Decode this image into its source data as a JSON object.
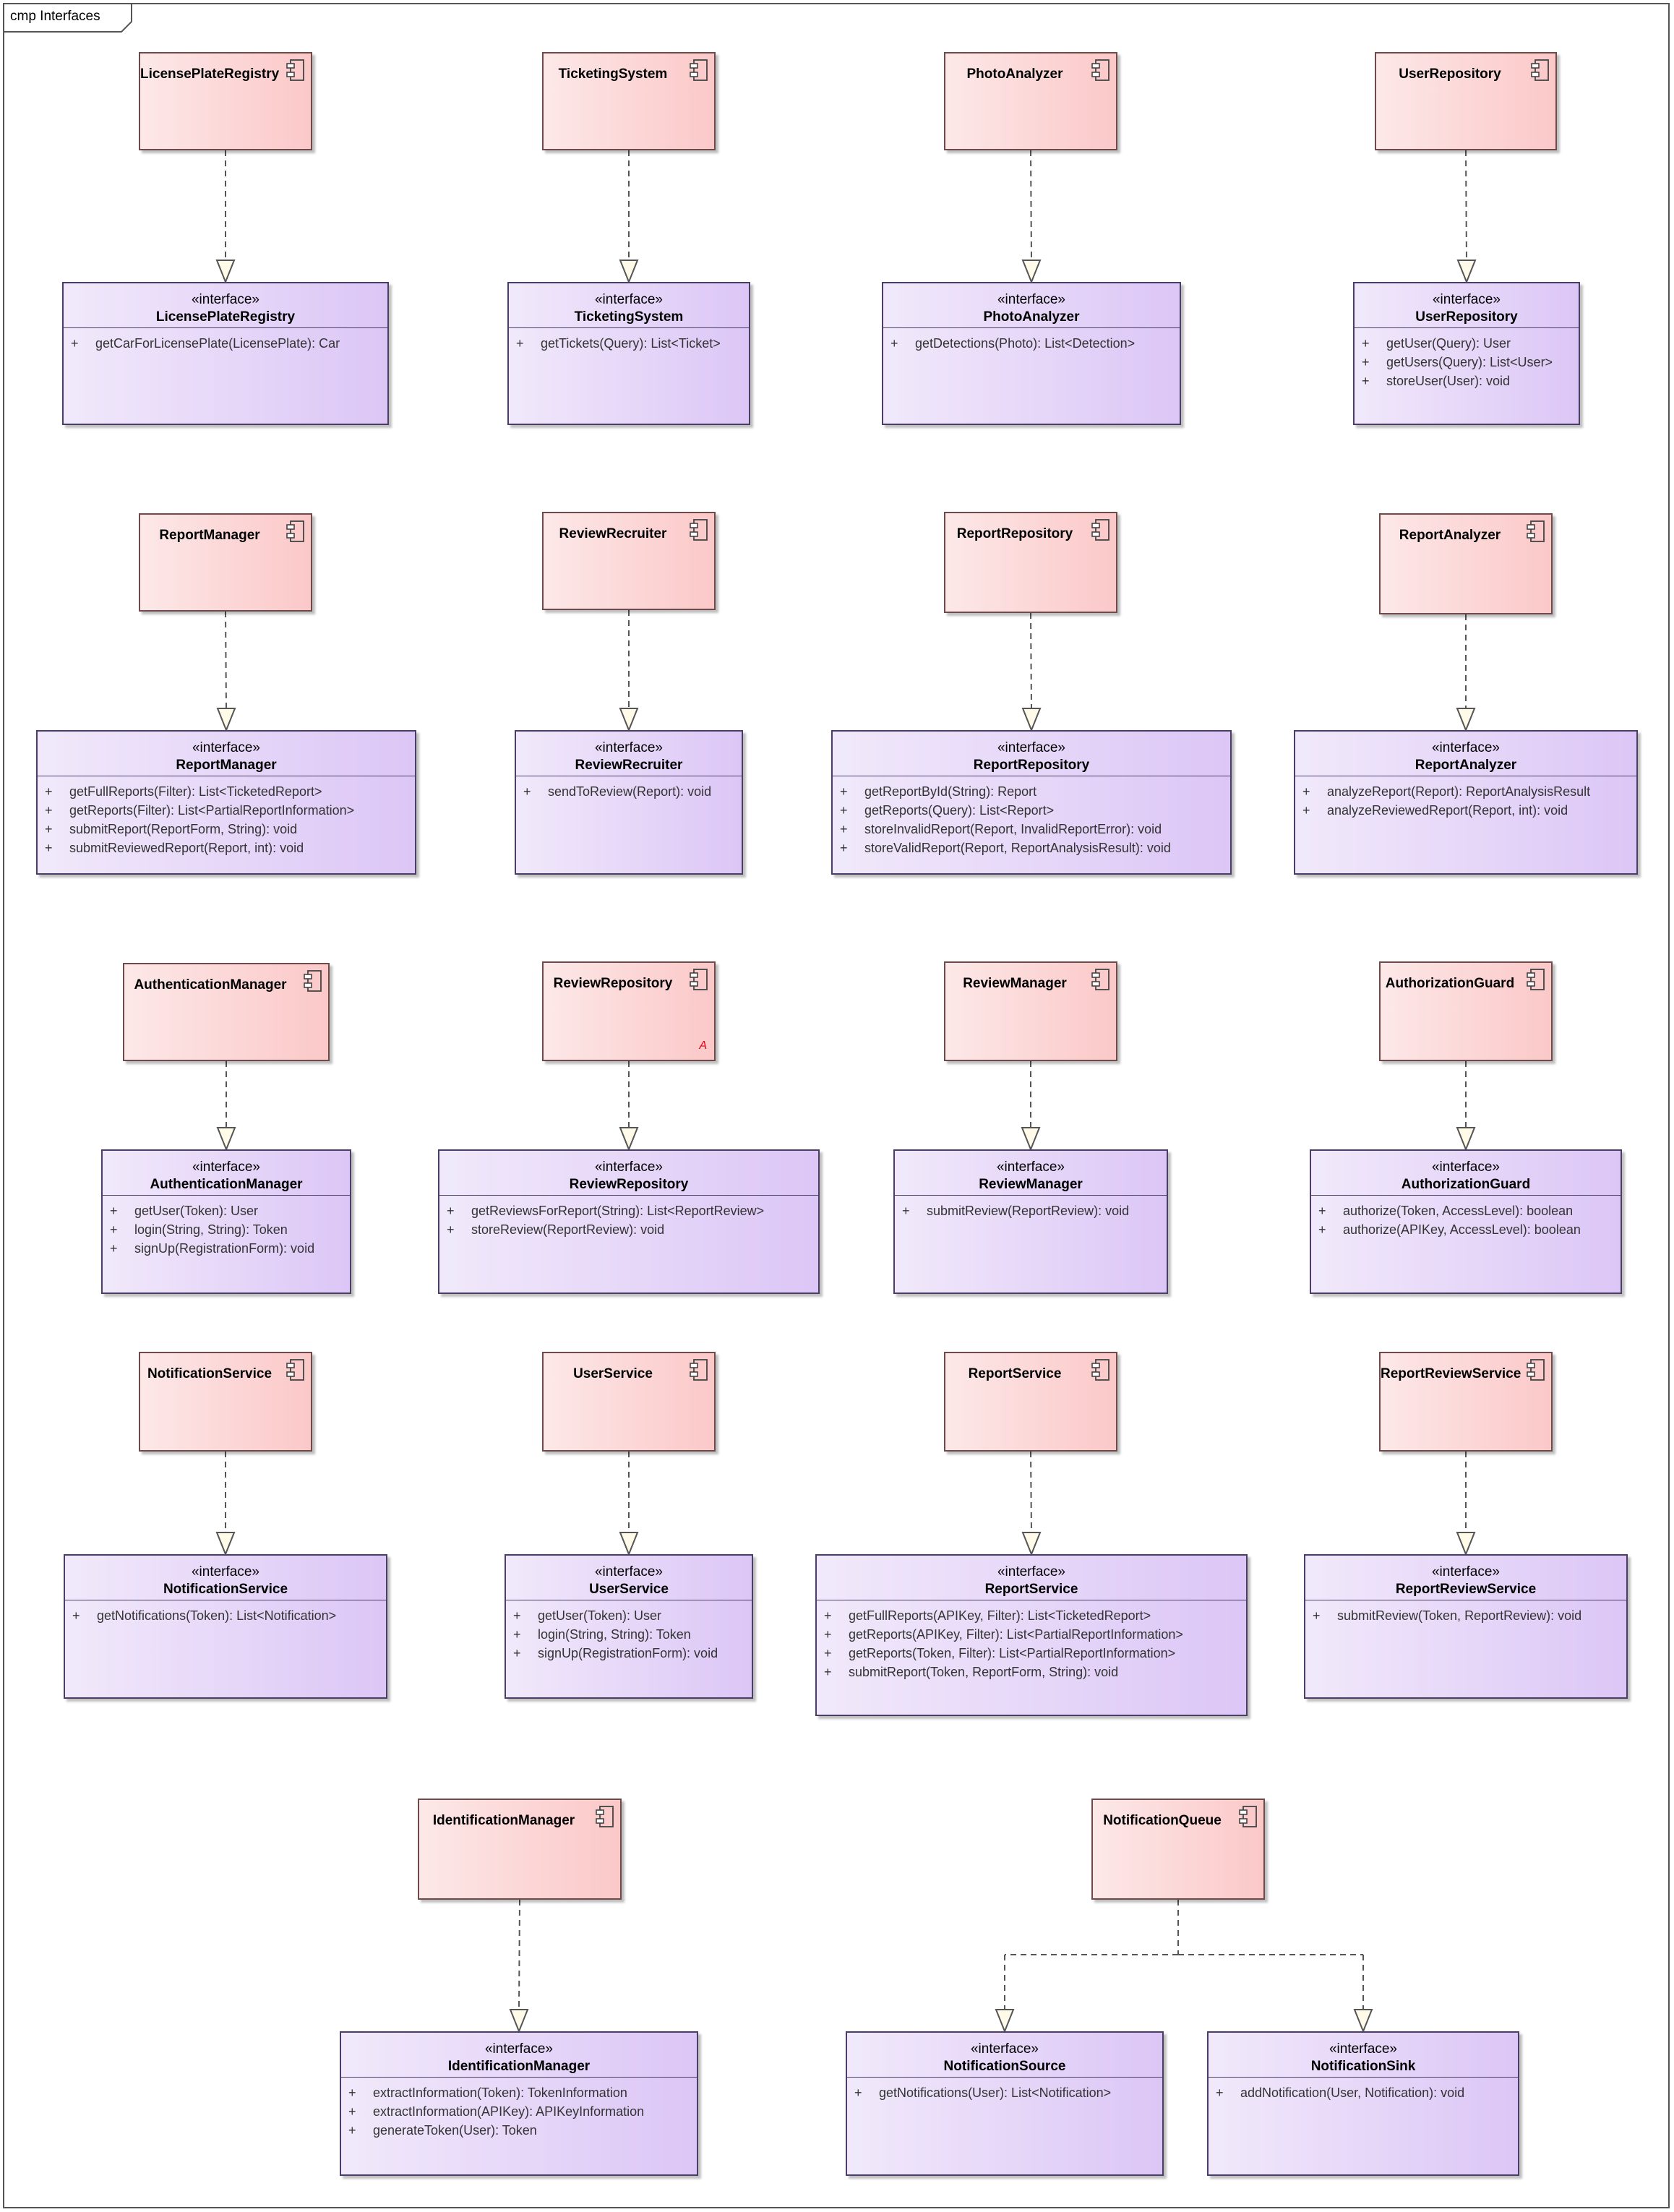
{
  "diagram": {
    "frame_label": "cmp Interfaces",
    "stereotype": "«interface»",
    "visibility_symbol": "+",
    "abstract_marker": "A",
    "components": [
      {
        "id": "c1",
        "name": "LicensePlateRegistry"
      },
      {
        "id": "c2",
        "name": "TicketingSystem"
      },
      {
        "id": "c3",
        "name": "PhotoAnalyzer"
      },
      {
        "id": "c4",
        "name": "UserRepository"
      },
      {
        "id": "c5",
        "name": "ReportManager"
      },
      {
        "id": "c6",
        "name": "ReviewRecruiter"
      },
      {
        "id": "c7",
        "name": "ReportRepository"
      },
      {
        "id": "c8",
        "name": "ReportAnalyzer"
      },
      {
        "id": "c9",
        "name": "AuthenticationManager"
      },
      {
        "id": "c10",
        "name": "ReviewRepository",
        "abstract": true
      },
      {
        "id": "c11",
        "name": "ReviewManager"
      },
      {
        "id": "c12",
        "name": "AuthorizationGuard"
      },
      {
        "id": "c13",
        "name": "NotificationService"
      },
      {
        "id": "c14",
        "name": "UserService"
      },
      {
        "id": "c15",
        "name": "ReportService"
      },
      {
        "id": "c16",
        "name": "ReportReviewService"
      },
      {
        "id": "c17",
        "name": "IdentificationManager"
      },
      {
        "id": "c18",
        "name": "NotificationQueue"
      }
    ],
    "interfaces": [
      {
        "id": "i1",
        "name": "LicensePlateRegistry",
        "operations": [
          "getCarForLicensePlate(LicensePlate): Car"
        ]
      },
      {
        "id": "i2",
        "name": "TicketingSystem",
        "operations": [
          "getTickets(Query): List<Ticket>"
        ]
      },
      {
        "id": "i3",
        "name": "PhotoAnalyzer",
        "operations": [
          "getDetections(Photo): List<Detection>"
        ]
      },
      {
        "id": "i4",
        "name": "UserRepository",
        "operations": [
          "getUser(Query): User",
          "getUsers(Query): List<User>",
          "storeUser(User): void"
        ]
      },
      {
        "id": "i5",
        "name": "ReportManager",
        "operations": [
          "getFullReports(Filter): List<TicketedReport>",
          "getReports(Filter): List<PartialReportInformation>",
          "submitReport(ReportForm, String): void",
          "submitReviewedReport(Report, int): void"
        ]
      },
      {
        "id": "i6",
        "name": "ReviewRecruiter",
        "operations": [
          "sendToReview(Report): void"
        ]
      },
      {
        "id": "i7",
        "name": "ReportRepository",
        "operations": [
          "getReportById(String): Report",
          "getReports(Query): List<Report>",
          "storeInvalidReport(Report, InvalidReportError): void",
          "storeValidReport(Report, ReportAnalysisResult): void"
        ]
      },
      {
        "id": "i8",
        "name": "ReportAnalyzer",
        "operations": [
          "analyzeReport(Report): ReportAnalysisResult",
          "analyzeReviewedReport(Report, int): void"
        ]
      },
      {
        "id": "i9",
        "name": "AuthenticationManager",
        "operations": [
          "getUser(Token): User",
          "login(String, String): Token",
          "signUp(RegistrationForm): void"
        ]
      },
      {
        "id": "i10",
        "name": "ReviewRepository",
        "operations": [
          "getReviewsForReport(String): List<ReportReview>",
          "storeReview(ReportReview): void"
        ]
      },
      {
        "id": "i11",
        "name": "ReviewManager",
        "operations": [
          "submitReview(ReportReview): void"
        ]
      },
      {
        "id": "i12",
        "name": "AuthorizationGuard",
        "operations": [
          "authorize(Token, AccessLevel): boolean",
          "authorize(APIKey, AccessLevel): boolean"
        ]
      },
      {
        "id": "i13",
        "name": "NotificationService",
        "operations": [
          "getNotifications(Token): List<Notification>"
        ]
      },
      {
        "id": "i14",
        "name": "UserService",
        "operations": [
          "getUser(Token): User",
          "login(String, String): Token",
          "signUp(RegistrationForm): void"
        ]
      },
      {
        "id": "i15",
        "name": "ReportService",
        "operations": [
          "getFullReports(APIKey, Filter): List<TicketedReport>",
          "getReports(APIKey, Filter): List<PartialReportInformation>",
          "getReports(Token, Filter): List<PartialReportInformation>",
          "submitReport(Token, ReportForm, String): void"
        ]
      },
      {
        "id": "i16",
        "name": "ReportReviewService",
        "operations": [
          "submitReview(Token, ReportReview): void"
        ]
      },
      {
        "id": "i17",
        "name": "IdentificationManager",
        "operations": [
          "extractInformation(Token): TokenInformation",
          "extractInformation(APIKey): APIKeyInformation",
          "generateToken(User): Token"
        ]
      },
      {
        "id": "i18",
        "name": "NotificationSource",
        "operations": [
          "getNotifications(User): List<Notification>"
        ]
      },
      {
        "id": "i19",
        "name": "NotificationSink",
        "operations": [
          "addNotification(User, Notification): void"
        ]
      }
    ],
    "realizations": [
      {
        "from": "c1",
        "to": "i1"
      },
      {
        "from": "c2",
        "to": "i2"
      },
      {
        "from": "c3",
        "to": "i3"
      },
      {
        "from": "c4",
        "to": "i4"
      },
      {
        "from": "c5",
        "to": "i5"
      },
      {
        "from": "c6",
        "to": "i6"
      },
      {
        "from": "c7",
        "to": "i7"
      },
      {
        "from": "c8",
        "to": "i8"
      },
      {
        "from": "c9",
        "to": "i9"
      },
      {
        "from": "c10",
        "to": "i10"
      },
      {
        "from": "c11",
        "to": "i11"
      },
      {
        "from": "c12",
        "to": "i12"
      },
      {
        "from": "c13",
        "to": "i13"
      },
      {
        "from": "c14",
        "to": "i14"
      },
      {
        "from": "c15",
        "to": "i15"
      },
      {
        "from": "c16",
        "to": "i16"
      },
      {
        "from": "c17",
        "to": "i17"
      },
      {
        "from": "c18",
        "to": "i18"
      },
      {
        "from": "c18",
        "to": "i19"
      }
    ]
  }
}
